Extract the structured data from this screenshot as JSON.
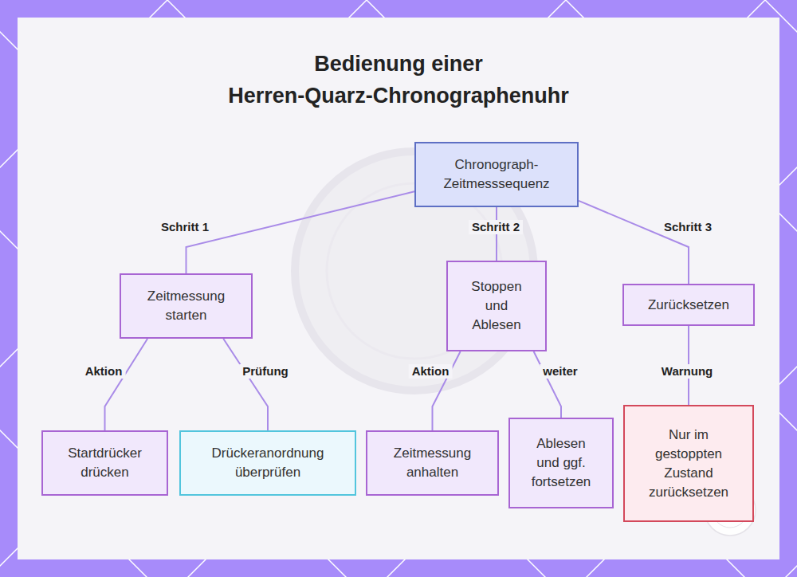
{
  "diagram": {
    "title": "Bedienung einer Herren-Quarz-Chronographenuhr",
    "nodes": [
      {
        "text": [
          "Chronograph- Zeitmesssequenz"
        ]
      },
      {
        "text": [
          "Zeitmessung starten"
        ]
      },
      {
        "text": [
          "Stoppen und Ablesen"
        ]
      },
      {
        "text": [
          "Zurücksetzen"
        ]
      },
      {
        "text": [
          "Startdrücker drücken"
        ]
      },
      {
        "text": [
          "Drückeranordnung überprüfen"
        ]
      },
      {
        "text": [
          "Zeitmessung anhalten"
        ]
      },
      {
        "text": [
          "Ablesen und ggf. fortsetzen"
        ]
      },
      {
        "text": [
          "Nur im gestoppten Zustand zurücksetzen"
        ]
      }
    ],
    "edges": [
      {
        "from": 0,
        "to": 1,
        "label": "Schritt 1",
        "arrow": "none"
      },
      {
        "from": 0,
        "to": 2,
        "label": "Schritt 2",
        "arrow": "none"
      },
      {
        "from": 0,
        "to": 3,
        "label": "Schritt 3",
        "arrow": "none"
      },
      {
        "from": 1,
        "to": 4,
        "label": "Aktion",
        "arrow": "none"
      },
      {
        "from": 1,
        "to": 5,
        "label": "Prüfung",
        "arrow": "none"
      },
      {
        "from": 2,
        "to": 6,
        "label": "Aktion",
        "arrow": "none"
      },
      {
        "from": 2,
        "to": 7,
        "label": "weiter",
        "arrow": "none"
      },
      {
        "from": 3,
        "to": 8,
        "label": "Warnung",
        "arrow": "none"
      }
    ]
  }
}
